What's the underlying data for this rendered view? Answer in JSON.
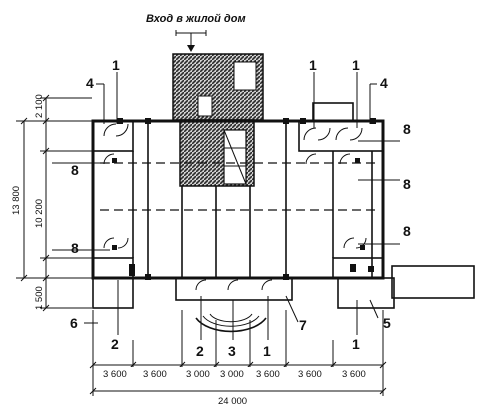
{
  "title": "Вход в жилой дом",
  "callouts": {
    "c1_left": "1",
    "c4_left": "4",
    "c1_right_a": "1",
    "c1_right_b": "1",
    "c4_right": "4",
    "c8_left_top": "8",
    "c8_left_bottom": "8",
    "c8_right_1": "8",
    "c8_right_2": "8",
    "c8_right_3": "8",
    "c6": "6",
    "c2_left": "2",
    "c7": "7",
    "c5": "5",
    "c2_bottom": "2",
    "c3_bottom": "3",
    "c1_bottom": "1",
    "c1_bottom_right": "1"
  },
  "dimensions": {
    "vertical": {
      "total": "13 800",
      "top": "2 100",
      "middle": "10 200",
      "bottom": "1 500"
    },
    "horizontal": {
      "segments": [
        "3 600",
        "3 600",
        "3 000",
        "3 000",
        "3 600",
        "3 600",
        "3 600"
      ],
      "total": "24 000"
    }
  },
  "colors": {
    "ink": "#111111",
    "hatch": "#2a2a2a",
    "background": "#ffffff"
  }
}
